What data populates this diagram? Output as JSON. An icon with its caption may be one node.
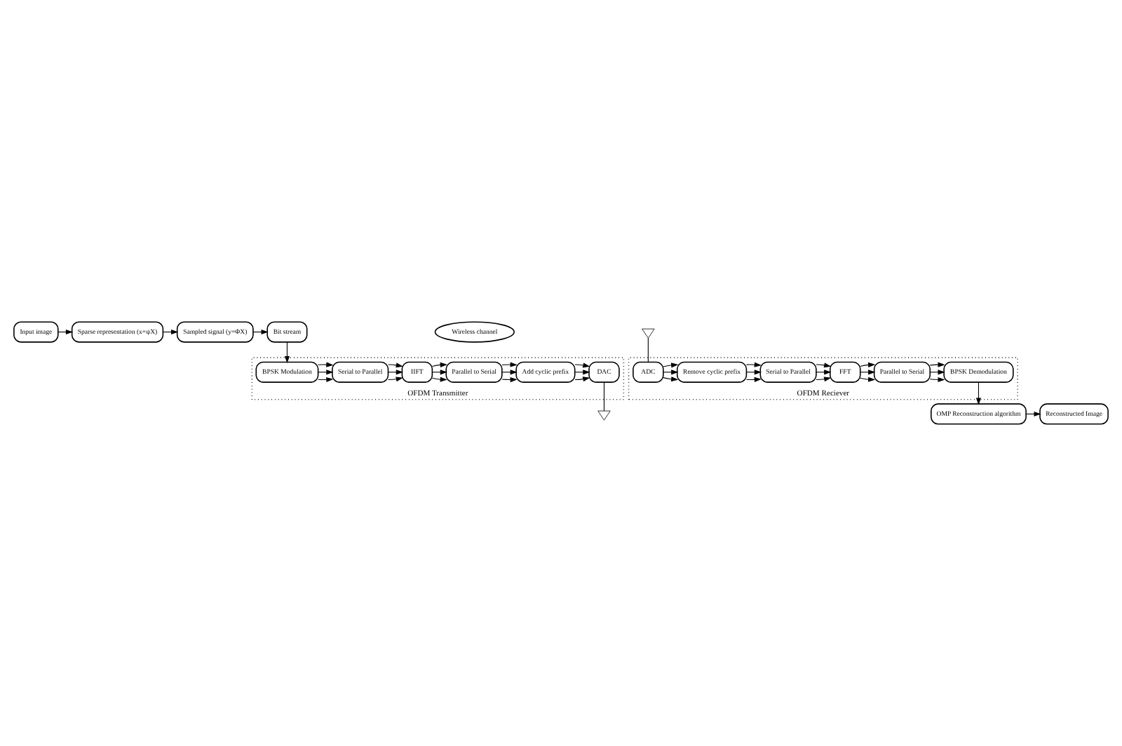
{
  "diagram": {
    "nodes": [
      {
        "text": [
          "Input image"
        ]
      },
      {
        "text": [
          "Sparse representation (x=ψX)"
        ]
      },
      {
        "text": [
          "Sampled signal (y=ΦX)"
        ]
      },
      {
        "text": [
          "Bit stream"
        ]
      },
      {
        "text": [
          "OFDM Transmitter"
        ]
      },
      {
        "text": [
          "BPSK Modulation"
        ],
        "in": 4
      },
      {
        "text": [
          "Serial to Parallel"
        ],
        "in": 4
      },
      {
        "text": [
          "IIFT"
        ],
        "in": 4
      },
      {
        "text": [
          "Parallel to Serial"
        ],
        "in": 4
      },
      {
        "text": [
          "Add cyclic prefix"
        ],
        "in": 4
      },
      {
        "text": [
          "DAC"
        ],
        "in": 4
      },
      {
        "text": [],
        "shape": "triangle"
      },
      {
        "text": [
          "Wireless channel"
        ]
      },
      {
        "text": [],
        "shape": "triangle"
      },
      {
        "text": [
          "OFDM Reciever"
        ]
      },
      {
        "text": [
          "ADC"
        ],
        "in": 14
      },
      {
        "text": [
          "Remove cyclic prefix"
        ],
        "in": 14
      },
      {
        "text": [
          "Serial to Parallel"
        ],
        "in": 14
      },
      {
        "text": [
          "FFT"
        ],
        "in": 14
      },
      {
        "text": [
          "Parallel to Serial"
        ],
        "in": 14
      },
      {
        "text": [
          "BPSK Demodulation"
        ],
        "in": 14
      },
      {
        "text": [
          "OMP Reconstruction algorithm"
        ]
      },
      {
        "text": [
          "Reconstructed Image"
        ]
      }
    ],
    "edges": [
      {
        "from": 0,
        "to": 1,
        "arrow": "to"
      },
      {
        "from": 1,
        "to": 2,
        "arrow": "to"
      },
      {
        "from": 2,
        "to": 3,
        "arrow": "to"
      },
      {
        "from": 3,
        "to": 5,
        "arrow": "to"
      },
      {
        "from": 5,
        "to": 6,
        "arrow": "to"
      },
      {
        "from": 5,
        "to": 6,
        "arrow": "to"
      },
      {
        "from": 5,
        "to": 6,
        "arrow": "to"
      },
      {
        "from": 6,
        "to": 7,
        "arrow": "to"
      },
      {
        "from": 6,
        "to": 7,
        "arrow": "to"
      },
      {
        "from": 6,
        "to": 7,
        "arrow": "to"
      },
      {
        "from": 7,
        "to": 8,
        "arrow": "to"
      },
      {
        "from": 7,
        "to": 8,
        "arrow": "to"
      },
      {
        "from": 7,
        "to": 8,
        "arrow": "to"
      },
      {
        "from": 8,
        "to": 9,
        "arrow": "to"
      },
      {
        "from": 8,
        "to": 9,
        "arrow": "to"
      },
      {
        "from": 8,
        "to": 9,
        "arrow": "to"
      },
      {
        "from": 9,
        "to": 10,
        "arrow": "to"
      },
      {
        "from": 9,
        "to": 10,
        "arrow": "to"
      },
      {
        "from": 9,
        "to": 10,
        "arrow": "to"
      },
      {
        "from": 10,
        "to": 11,
        "arrow": "none"
      },
      {
        "from": 13,
        "to": 15,
        "arrow": "none"
      },
      {
        "from": 15,
        "to": 16,
        "arrow": "to"
      },
      {
        "from": 15,
        "to": 16,
        "arrow": "to"
      },
      {
        "from": 15,
        "to": 16,
        "arrow": "to"
      },
      {
        "from": 16,
        "to": 17,
        "arrow": "to"
      },
      {
        "from": 16,
        "to": 17,
        "arrow": "to"
      },
      {
        "from": 16,
        "to": 17,
        "arrow": "to"
      },
      {
        "from": 17,
        "to": 18,
        "arrow": "to"
      },
      {
        "from": 17,
        "to": 18,
        "arrow": "to"
      },
      {
        "from": 17,
        "to": 18,
        "arrow": "to"
      },
      {
        "from": 18,
        "to": 19,
        "arrow": "to"
      },
      {
        "from": 18,
        "to": 19,
        "arrow": "to"
      },
      {
        "from": 18,
        "to": 19,
        "arrow": "to"
      },
      {
        "from": 19,
        "to": 20,
        "arrow": "to"
      },
      {
        "from": 19,
        "to": 20,
        "arrow": "to"
      },
      {
        "from": 19,
        "to": 20,
        "arrow": "to"
      },
      {
        "from": 20,
        "to": 21,
        "arrow": "to"
      },
      {
        "from": 21,
        "to": 22,
        "arrow": "to"
      }
    ]
  }
}
